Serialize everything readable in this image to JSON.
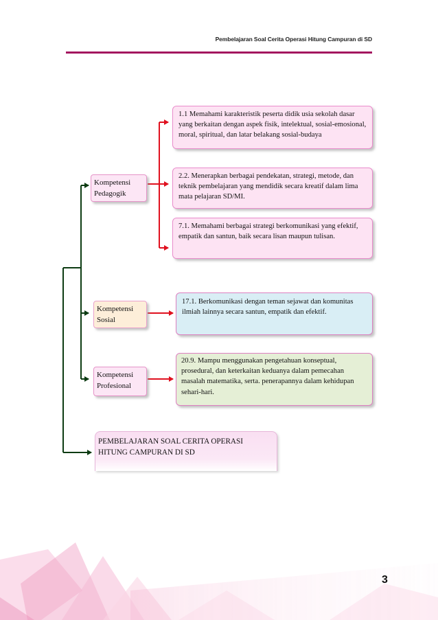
{
  "header": {
    "title": "Pembelajaran Soal Cerita Operasi Hitung Campuran di SD"
  },
  "competencies": {
    "pedagogik": {
      "label": "Kompetensi Pedagogik",
      "indicators": [
        "1.1 Memahami karakteristik peserta didik usia sekolah dasar yang berkaitan dengan aspek fisik, intelektual, sosial-emosional, moral, spiritual, dan latar belakang sosial-budaya",
        "2.2. Menerapkan berbagai pendekatan, strategi, metode, dan teknik pembelajaran yang mendidik secara kreatif dalam lima mata pelajaran SD/MI.",
        "7.1. Memahami berbagai strategi berkomunikasi yang efektif, empatik dan santun, baik secara lisan maupun tulisan."
      ]
    },
    "sosial": {
      "label": "Kompetensi Sosial",
      "indicator": "17.1. Berkomunikasi dengan teman sejawat dan komunitas ilmiah lainnya secara santun, empatik dan efektif."
    },
    "profesional": {
      "label": "Kompetensi Profesional",
      "indicator": "20.9. Mampu menggunakan pengetahuan konseptual, prosedural, dan keterkaitan keduanya dalam pemecahan masalah matematika, serta. penerapannya dalam kehidupan sehari-hari."
    }
  },
  "topic": {
    "label": "PEMBELAJARAN SOAL CERITA OPERASI HITUNG CAMPURAN DI SD"
  },
  "footer": {
    "page_number": "3"
  },
  "colors": {
    "header_rule": "#a3145e",
    "arrow_red": "#e0101e",
    "arrow_green": "#0c3b12"
  }
}
